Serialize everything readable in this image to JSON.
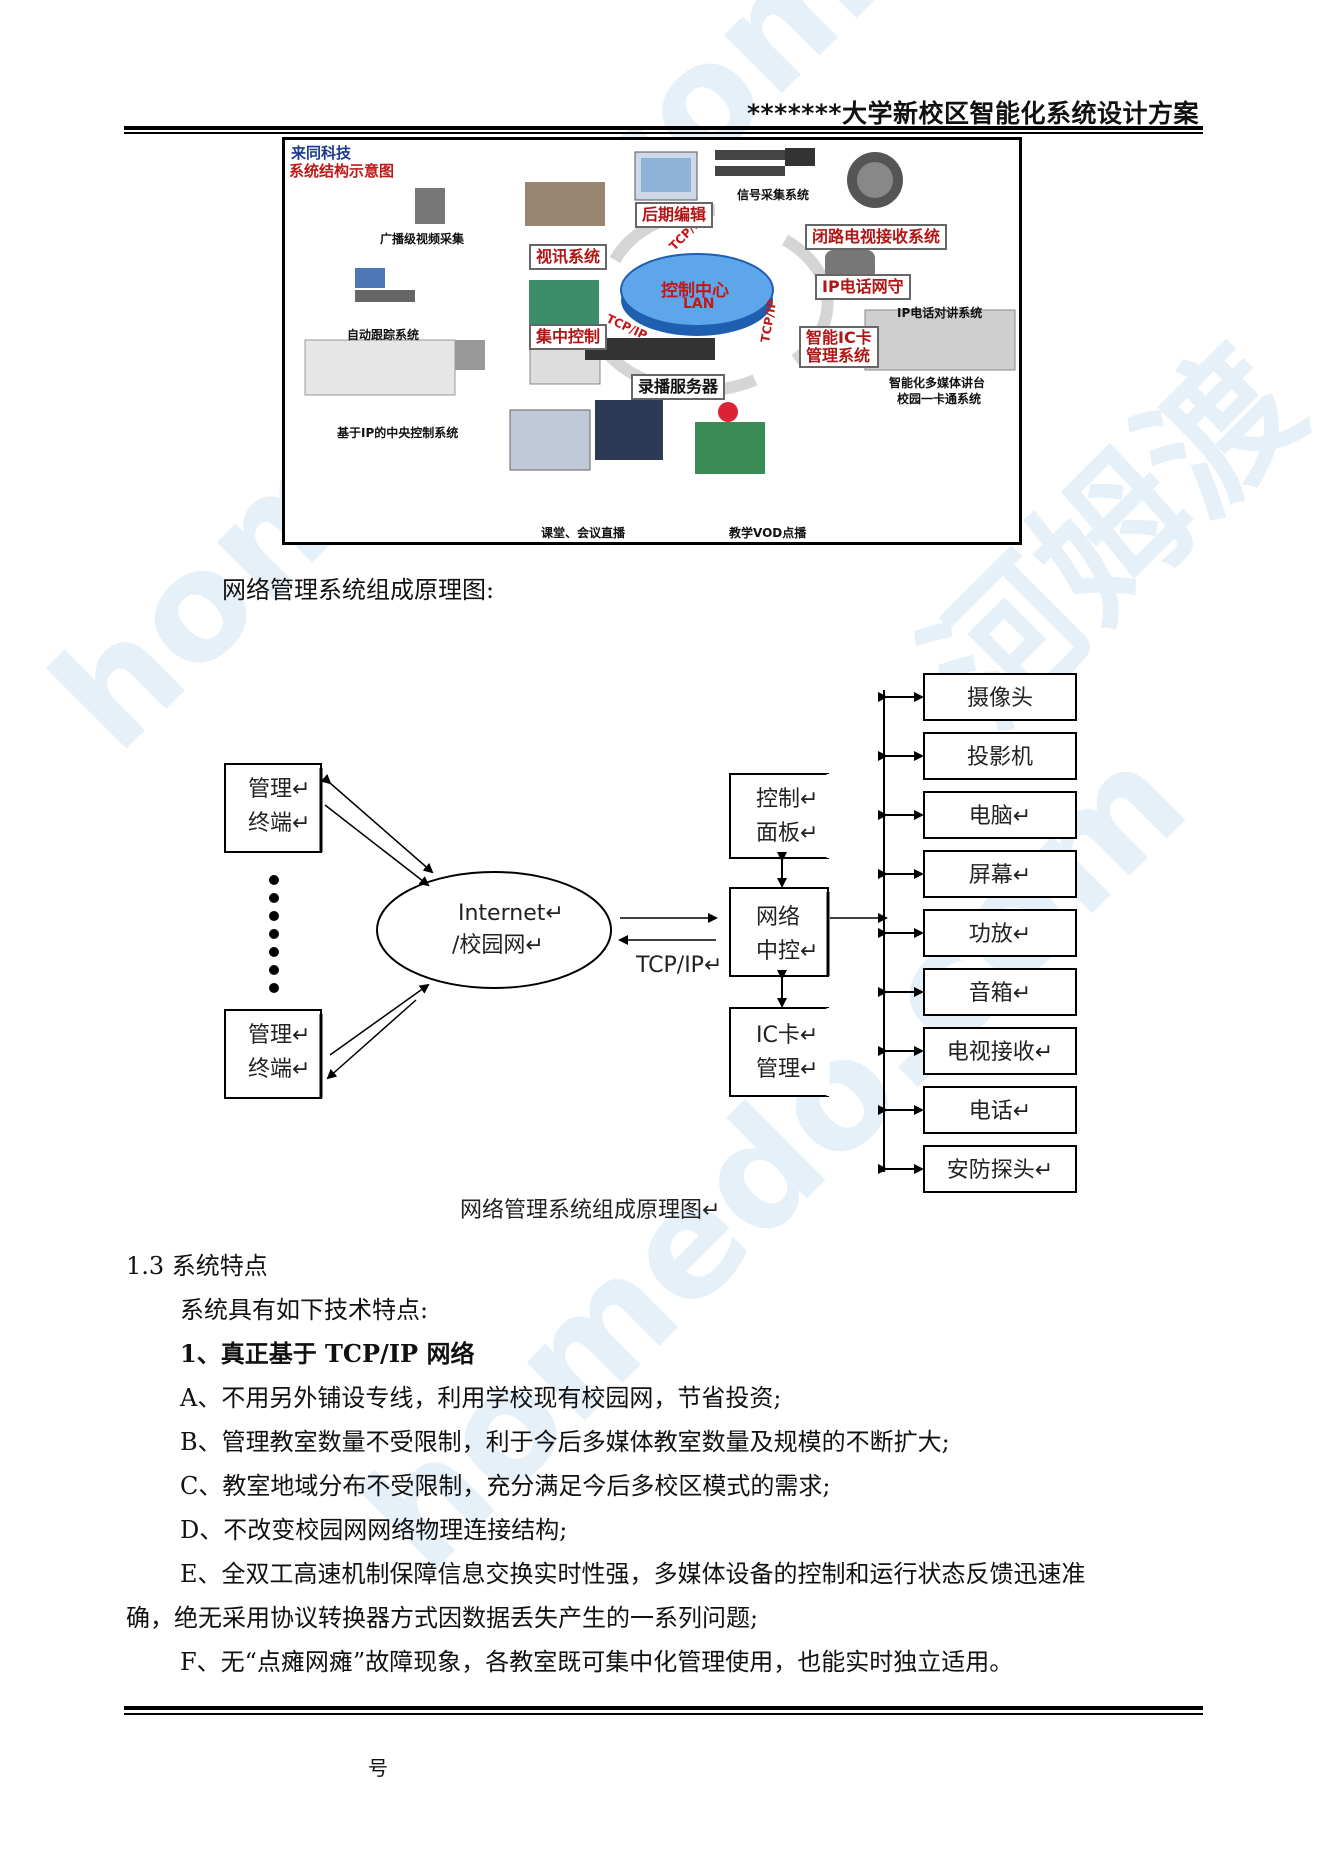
{
  "header": {
    "title": "*******大学新校区智能化系统设计方案"
  },
  "figure1": {
    "brand": "来同科技",
    "subtitle": "系统结构示意图",
    "center_title": "控制中心",
    "center_sub": "LAN",
    "tcp1": "TCP/IP",
    "tcp2": "TCP/IP",
    "tcp3": "TCP/IP",
    "labels": {
      "post_edit": "后期编辑",
      "signal": "信号采集系统",
      "cctv": "闭路电视接收系统",
      "video_conf": "视讯系统",
      "broadcast": "广播级视频采集",
      "ip_phone": "IP电话网守",
      "ip_intercom": "IP电话对讲系统",
      "auto_track": "自动跟踪系统",
      "central_ctrl": "集中控制",
      "ic_card": "智能IC卡\n管理系统",
      "multimedia": "智能化多媒体讲台",
      "campus_card": "校园一卡通系统",
      "record_server": "录播服务器",
      "ip_central": "基于IP的中央控制系统",
      "live": "课堂、会议直播",
      "vod": "教学VOD点播"
    }
  },
  "caption1": "网络管理系统组成原理图:",
  "diagram": {
    "terminal_top": [
      "管理↵",
      "终端↵"
    ],
    "terminal_bottom": [
      "管理↵",
      "终端↵"
    ],
    "cloud": [
      "Internet↵",
      "/校园网↵"
    ],
    "tcp": "TCP/IP↵",
    "control_panel": [
      "控制↵",
      "面板↵"
    ],
    "network_ctrl": [
      "网络",
      "中控↵"
    ],
    "ic_mgmt": [
      "IC卡↵",
      "管理↵"
    ],
    "devices": [
      "摄像头",
      "投影机",
      "电脑↵",
      "屏幕↵",
      "功放↵",
      "音箱↵",
      "电视接收↵",
      "电话↵",
      "安防探头↵"
    ],
    "caption": "网络管理系统组成原理图↵"
  },
  "section": {
    "heading": "1.3 系统特点",
    "intro": "系统具有如下技术特点:",
    "feature1": "1、真正基于 TCP/IP 网络",
    "items": [
      "A、不用另外铺设专线，利用学校现有校园网，节省投资;",
      "B、管理教室数量不受限制，利于今后多媒体教室数量及规模的不断扩大;",
      "C、教室地域分布不受限制，充分满足今后多校区模式的需求;",
      "D、不改变校园网网络物理连接结构;",
      "E、全双工高速机制保障信息交换实时性强，多媒体设备的控制和运行状态反馈迅速准",
      "确，绝无采用协议转换器方式因数据丢失产生的一系列问题;",
      "F、无“点瘫网瘫”故障现象，各教室既可集中化管理使用，也能实时独立适用。"
    ]
  },
  "footer": {
    "page": "号"
  },
  "watermark": {
    "cn": "河姆渡",
    "en": "homedo.com"
  },
  "colors": {
    "label_red": "#b01616",
    "disk_blue": "#3a7fd0",
    "watermark": "#a0c8e6"
  }
}
